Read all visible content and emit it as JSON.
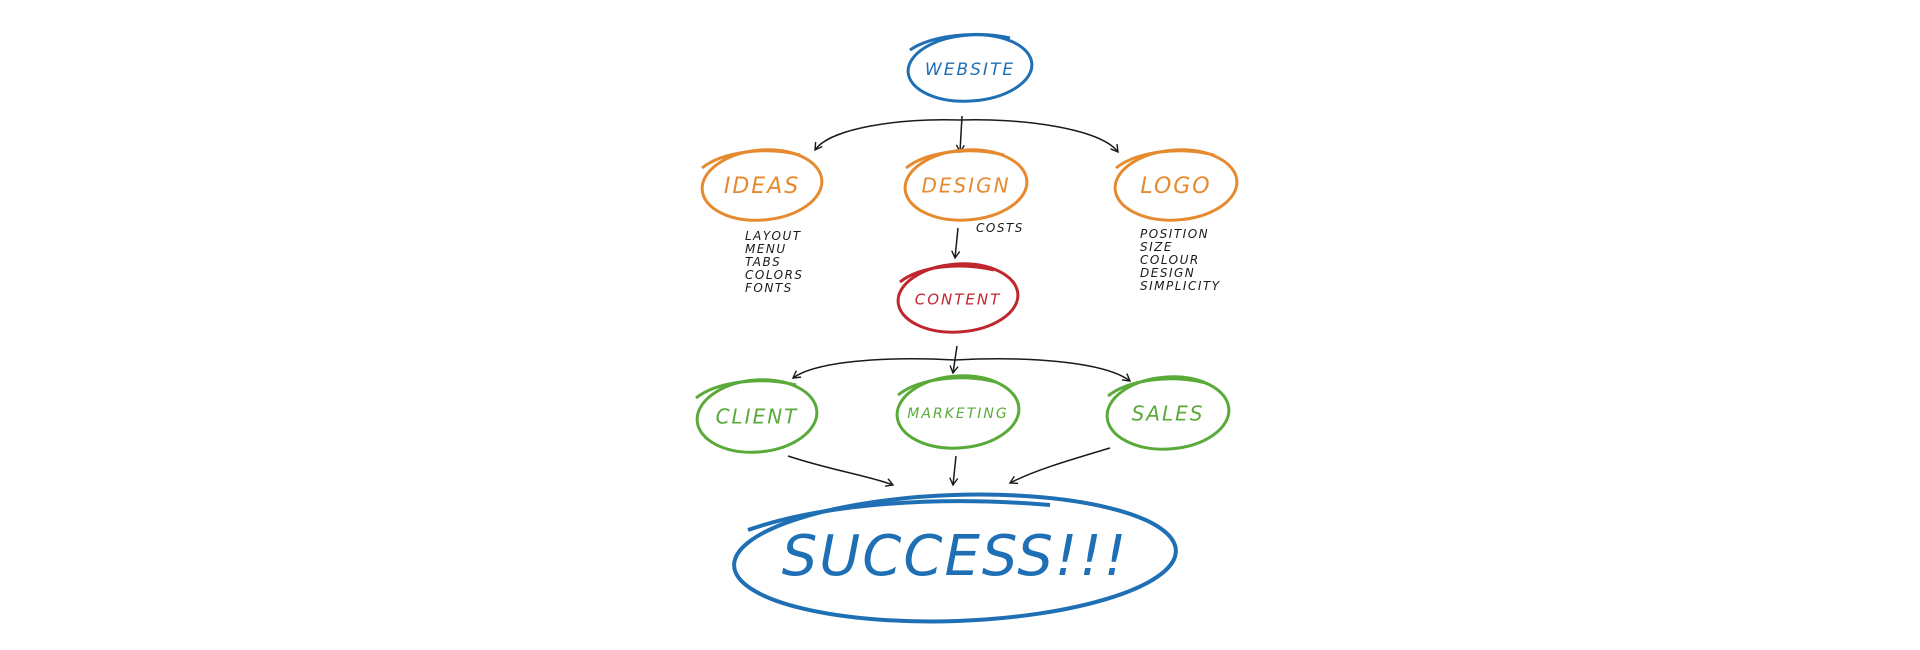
{
  "colors": {
    "blue": "#1f6fb5",
    "orange": "#e58a2e",
    "red": "#c0262d",
    "green": "#5aaa3a",
    "ink": "#1a1a1a"
  },
  "diagram": {
    "nodes": {
      "website": "WEBSITE",
      "ideas": "IDEAS",
      "design": "DESIGN",
      "logo": "LOGO",
      "content": "CONTENT",
      "client": "CLIENT",
      "marketing": "MARKETING",
      "sales": "SALES",
      "success": "SUCCESS!!!"
    },
    "notes": {
      "costs": "COSTS",
      "ideas_items": [
        "LAYOUT",
        "MENU",
        "TABS",
        "COLORS",
        "FONTS"
      ],
      "logo_items": [
        "POSITION",
        "SIZE",
        "COLOUR",
        "DESIGN",
        "SIMPLICITY"
      ]
    }
  }
}
